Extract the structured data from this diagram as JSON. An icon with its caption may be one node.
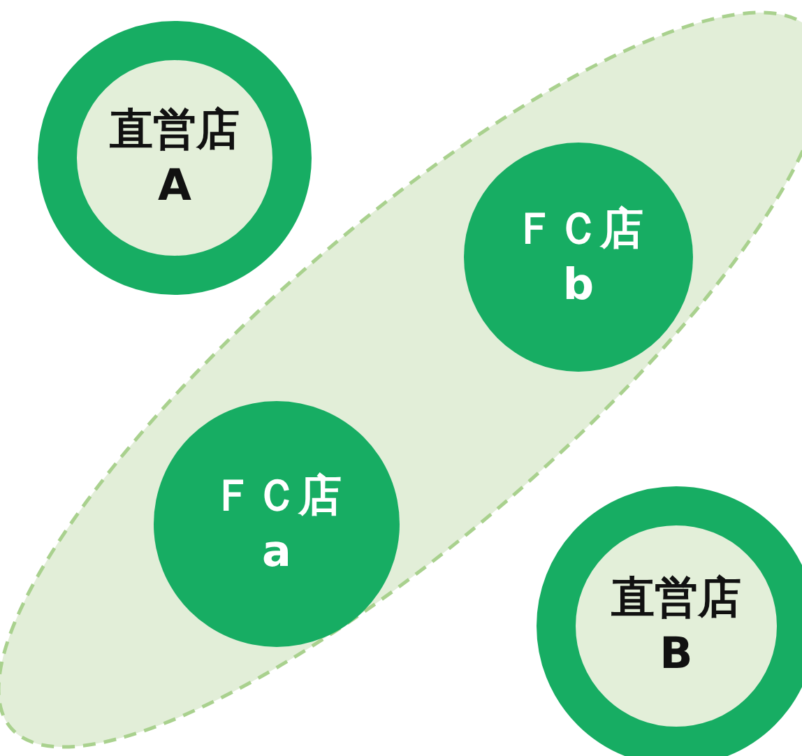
{
  "diagram": {
    "nodes": [
      {
        "text": [
          "直営店A"
        ]
      },
      {
        "text": [],
        "shape": "ellipse"
      },
      {
        "text": [
          "ＦＣ店b"
        ],
        "in": 1
      },
      {
        "text": [
          "ＦＣ店a"
        ],
        "in": 1
      },
      {
        "text": [
          "直営店B"
        ]
      }
    ]
  }
}
